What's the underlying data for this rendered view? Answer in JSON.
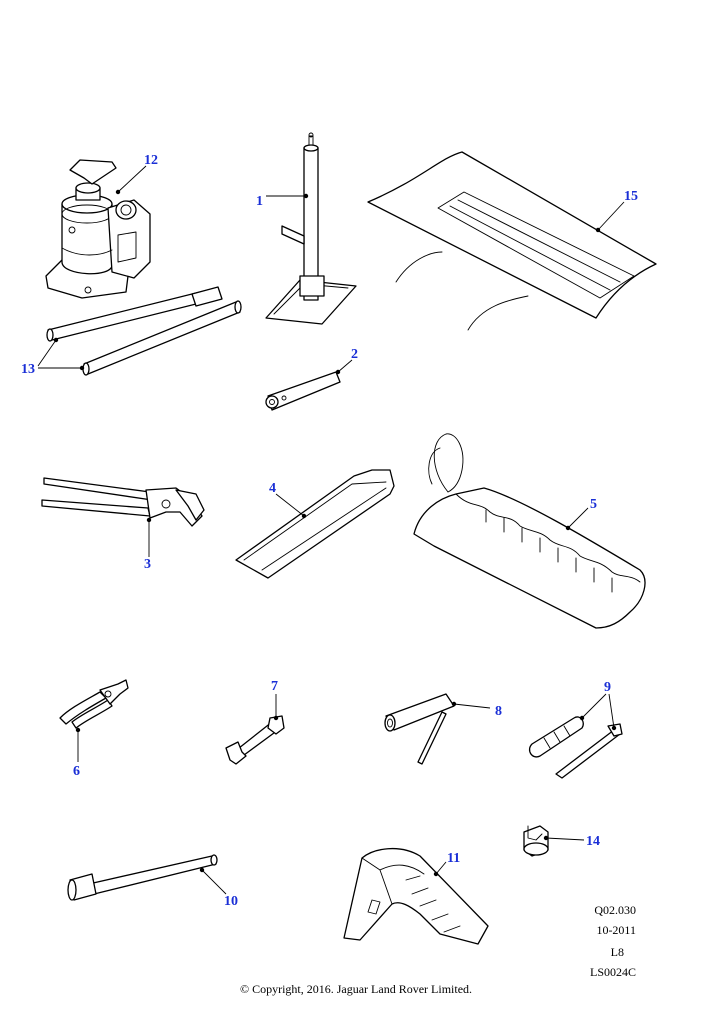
{
  "callouts": {
    "c1": "1",
    "c2": "2",
    "c3": "3",
    "c4": "4",
    "c5": "5",
    "c6": "6",
    "c7": "7",
    "c8": "8",
    "c9": "9",
    "c10": "10",
    "c11": "11",
    "c12": "12",
    "c13": "13",
    "c14": "14",
    "c15": "15"
  },
  "reference": {
    "code": "Q02.030",
    "date": "10-2011",
    "model": "L8",
    "sheet": "LS0024C"
  },
  "copyright": "© Copyright, 2016. Jaguar Land Rover Limited.",
  "colors": {
    "callout": "#1a2fd6",
    "line": "#000000",
    "background": "#ffffff"
  }
}
